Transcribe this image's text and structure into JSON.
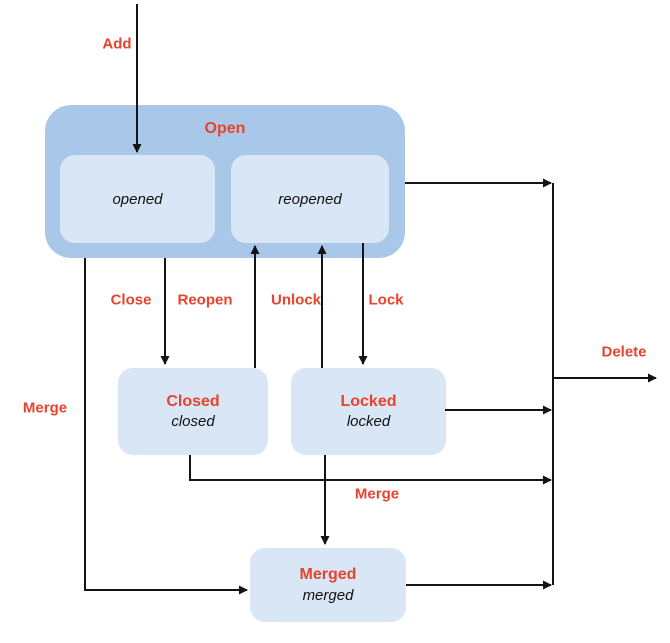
{
  "colors": {
    "accent_red": "#e8432c",
    "composite_fill": "#a9c7e9",
    "state_fill": "#d9e6f5",
    "edge_black": "#141414",
    "background": "#ffffff"
  },
  "diagram": {
    "open_state": {
      "label": "Open",
      "substates": [
        {
          "label": "opened"
        },
        {
          "label": "reopened"
        }
      ]
    },
    "states": [
      {
        "name": "Closed",
        "value": "closed"
      },
      {
        "name": "Locked",
        "value": "locked"
      },
      {
        "name": "Merged",
        "value": "merged"
      }
    ],
    "transitions": [
      {
        "id": "add",
        "label": "Add",
        "from": "start",
        "to": "opened"
      },
      {
        "id": "close",
        "label": "Close",
        "from": "Open",
        "to": "Closed"
      },
      {
        "id": "reopen",
        "label": "Reopen",
        "from": "Closed",
        "to": "reopened"
      },
      {
        "id": "unlock",
        "label": "Unlock",
        "from": "Locked",
        "to": "reopened"
      },
      {
        "id": "lock",
        "label": "Lock",
        "from": "reopened",
        "to": "Locked"
      },
      {
        "id": "merge-open",
        "label": "Merge",
        "from": "Open",
        "to": "Merged"
      },
      {
        "id": "merge-locked",
        "label": "Merge",
        "from": "Locked",
        "to": "Merged"
      },
      {
        "id": "delete",
        "label": "Delete",
        "from": "Open / Closed / Locked / Merged",
        "to": "end"
      }
    ]
  }
}
